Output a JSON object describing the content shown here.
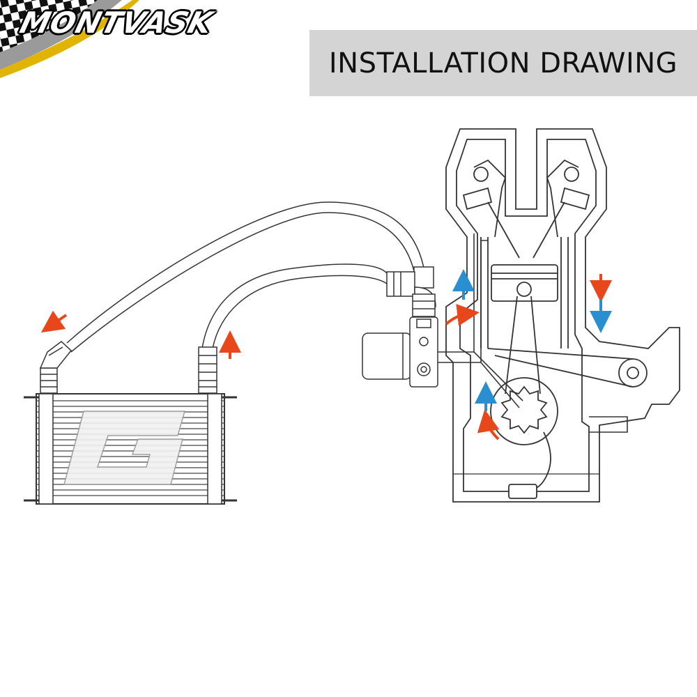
{
  "brand": {
    "name": "MONTVASK"
  },
  "title": "INSTALLATION DRAWING",
  "colors": {
    "flow_hot": "#e8471c",
    "flow_cool": "#2a8fd0",
    "title_bg": "#d4d4d4",
    "line": "#333333"
  },
  "icons": [
    "checkered-flag-icon",
    "g-emblem-icon"
  ],
  "components": [
    "oil-cooler",
    "braided-hose-feed",
    "braided-hose-return",
    "sandwich-adapter-plate",
    "oil-filter",
    "engine-cross-section",
    "oil-pump",
    "crankshaft",
    "piston",
    "pulley"
  ]
}
